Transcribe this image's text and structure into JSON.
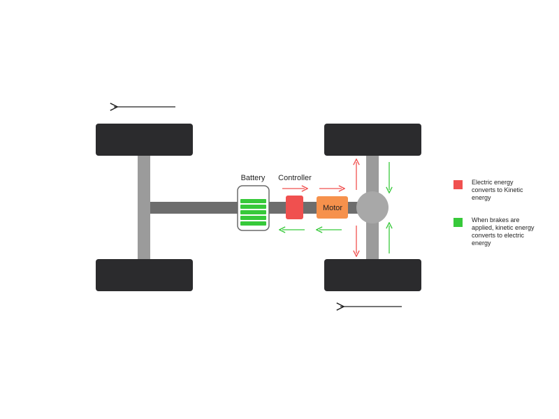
{
  "colors": {
    "wheel": "#2b2b2d",
    "axle_light": "#9b9b9b",
    "axle_dark": "#6d6d6d",
    "hub": "#a8a8a8",
    "red": "#f0504f",
    "green": "#37c93a",
    "motor": "#f6914c",
    "battery_outline": "#6a6a6a"
  },
  "labels": {
    "battery": "Battery",
    "controller": "Controller",
    "motor": "Motor"
  },
  "legend": {
    "electric_to_kinetic": "Electric energy converts to Kinetic energy",
    "kinetic_to_electric": "When brakes are applied, kinetic energy converts to electric energy"
  },
  "icons": {
    "direction": "left-arrow-icon",
    "electric_flow": "red-arrow-icon",
    "regen_flow": "green-arrow-icon"
  }
}
